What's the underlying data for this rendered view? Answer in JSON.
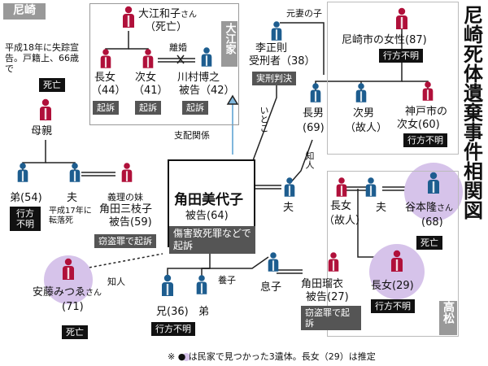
{
  "title": "尼崎死体遺棄事件相関図",
  "regions": {
    "amagasaki": "尼崎",
    "oe": "大江家",
    "takamatsu": "高松"
  },
  "people": {
    "oe_kazuko": {
      "name": "大江和子",
      "honorific": "さん",
      "status": "（死亡）"
    },
    "eldest_daughter_oe": {
      "name": "長女",
      "age": "（44）",
      "tag": "起訴"
    },
    "second_daughter_oe": {
      "name": "次女",
      "age": "（41）",
      "tag": "起訴"
    },
    "kawamura": {
      "name": "川村博之",
      "role": "被告",
      "age": "（42）",
      "tag": "起訴"
    },
    "lee": {
      "name": "李正則",
      "role": "受刑者",
      "age": "（38）",
      "tag": "実刑判決"
    },
    "amagasaki_woman": {
      "name": "尼崎市の女性",
      "age": "(87)",
      "tag": "行方不明"
    },
    "eldest_son": {
      "name": "長男",
      "age": "(69)"
    },
    "second_son": {
      "name": "次男",
      "note": "（故人）"
    },
    "kobe_daughter": {
      "name": "神戸市の",
      "name2": "次女",
      "age": "(60)",
      "tag": "行方不明"
    },
    "mother": {
      "name": "母親"
    },
    "brother54": {
      "name": "弟",
      "age": "(54)",
      "tag": "行方不明"
    },
    "husband_missing": {
      "name": "夫",
      "note": "平成17年に転落死"
    },
    "sumida_mieko": {
      "name": "角田三枝子",
      "role_prefix": "義理の妹",
      "role": "被告",
      "age": "(59)",
      "tag": "窃盗罪で起訴"
    },
    "sumida_miyoko": {
      "name": "角田美代子",
      "role": "被告",
      "age": "(64)",
      "tag": "傷害致死罪などで起訴"
    },
    "husband_miyoko": {
      "name": "夫"
    },
    "eldest_daughter_tak": {
      "name": "長女",
      "note": "（故人）"
    },
    "husband_tak": {
      "name": "夫"
    },
    "tanimoto": {
      "name": "谷本隆",
      "honorific": "さん",
      "age": "(68)",
      "tag": "死亡"
    },
    "eldest_daughter29": {
      "name": "長女",
      "age": "(29)",
      "tag": "行方不明"
    },
    "ando": {
      "name": "安藤みつゑ",
      "honorific": "さん",
      "age": "(71)",
      "tag": "死亡"
    },
    "brother36": {
      "name": "兄",
      "age": "(36)",
      "tag": "行方不明"
    },
    "younger_brother": {
      "name": "弟"
    },
    "son": {
      "name": "息子"
    },
    "sumida_rui": {
      "name": "角田瑠衣",
      "role": "被告",
      "age": "(27)",
      "tag": "窃盗罪で起訴"
    }
  },
  "annotations": {
    "missing_declared": "平成18年に失踪宣告。戸籍上、66歳で",
    "missing_declared_tag": "死亡",
    "divorce": "離婚",
    "control": "支配関係",
    "former_wife_child": "元妻の子",
    "cousin": "いとこ",
    "acquaintance1": "知人",
    "acquaintance2": "知人",
    "adopted_son": "養子"
  },
  "footnote": "※ ● は民家で見つかった3遺体。長女（29）は推定",
  "colors": {
    "female": "#b0103a",
    "male": "#1d5d8f",
    "found_body": "#d6c3ea",
    "dark_tag": "#111111",
    "gray_tag": "#555555",
    "region_bg": "#999999"
  }
}
